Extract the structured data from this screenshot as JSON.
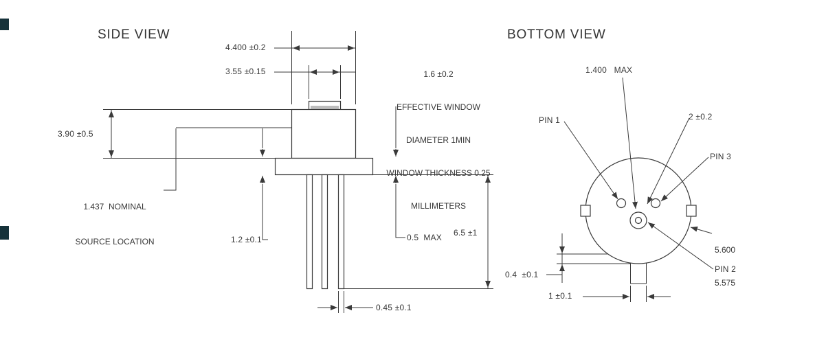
{
  "side_view": {
    "title": "SIDE VIEW",
    "cap_width": "4.400 ±0.2",
    "window_width": "3.55 ±0.15",
    "window_note": [
      "1.6 ±0.2",
      "EFFECTIVE WINDOW",
      "DIAMETER 1MIN",
      "WINDOW THICKNESS 0.25",
      "MILLIMETERS"
    ],
    "cap_height": "3.90 ±0.5",
    "source_location": [
      "1.437  NOMINAL",
      "SOURCE LOCATION"
    ],
    "flange_thickness": "1.2 ±0.1",
    "standoff": "0.5  MAX",
    "lead_length": "6.5 ±1",
    "lead_diameter": "0.45 ±0.1"
  },
  "bottom_view": {
    "title": "BOTTOM VIEW",
    "pin_base": "1.400   MAX",
    "pin1": "PIN 1",
    "pin_spacing": "2 ±0.2",
    "pin3": "PIN 3",
    "case_diameter": [
      "5.600",
      "5.575"
    ],
    "pin2": "PIN 2",
    "tab_offset": "0.4  ±0.1",
    "tab_width": "1 ±0.1"
  }
}
